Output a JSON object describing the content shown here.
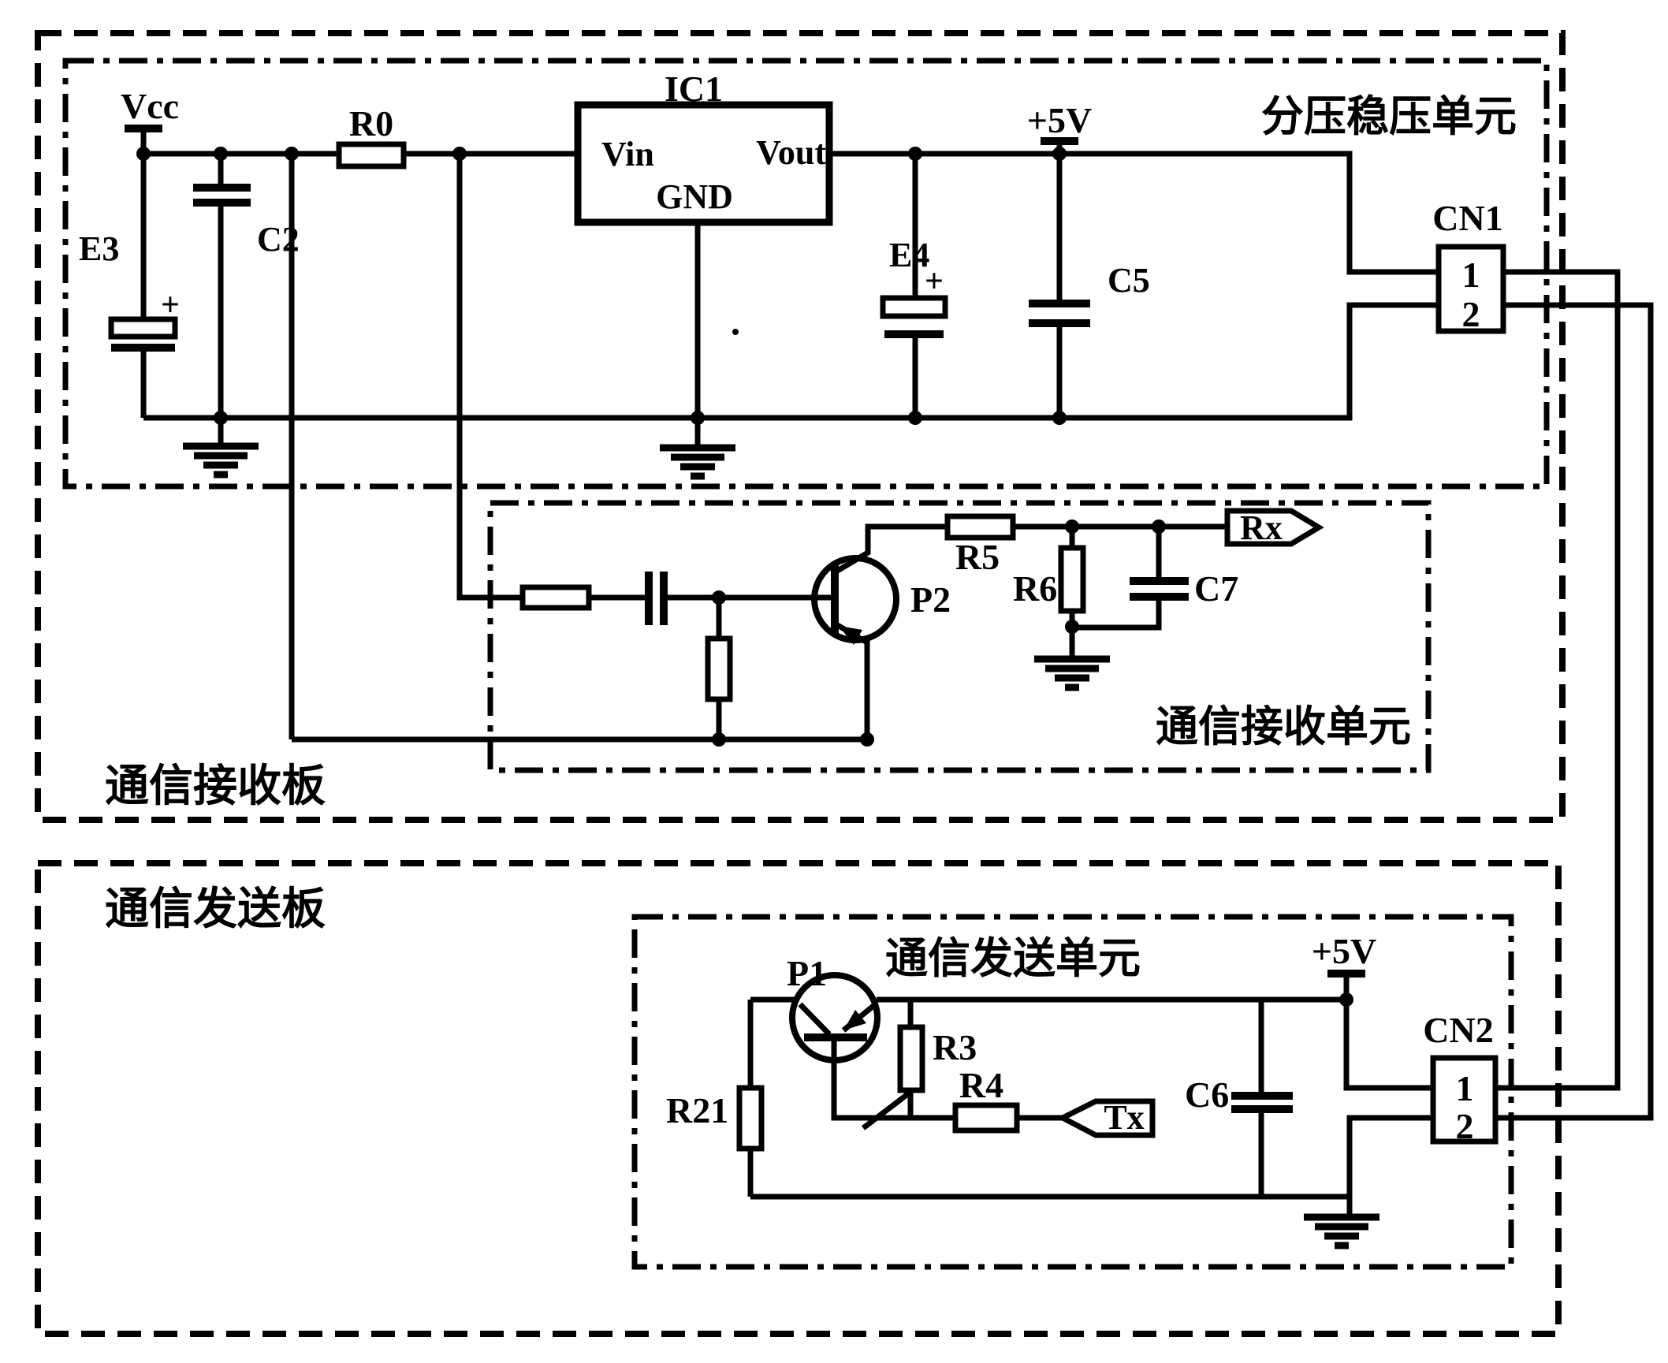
{
  "colors": {
    "ink": "#000000",
    "paper": "#ffffff"
  },
  "boards": {
    "receiver_board": {
      "label": "通信接收板",
      "regulator_unit": {
        "label": "分压稳压单元",
        "power_in": "Vcc",
        "plus": "+",
        "r0": "R0",
        "ic1": {
          "name": "IC1",
          "pin_in": "Vin",
          "pin_out": "Vout",
          "pin_gnd": "GND"
        },
        "e3": "E3",
        "c2": "C2",
        "e4": "E4",
        "c5": "C5",
        "rail_5v": "+5V",
        "cn1": {
          "name": "CN1",
          "pin1": "1",
          "pin2": "2"
        }
      },
      "receiver_unit": {
        "label": "通信接收单元",
        "p2": "P2",
        "r5": "R5",
        "r6": "R6",
        "c7": "C7",
        "rx": "Rx"
      }
    },
    "transmitter_board": {
      "label": "通信发送板",
      "transmitter_unit": {
        "label": "通信发送单元",
        "p1": "P1",
        "r21": "R21",
        "r3": "R3",
        "r4": "R4",
        "tx": "Tx",
        "c6": "C6",
        "rail_5v": "+5V",
        "cn2": {
          "name": "CN2",
          "pin1": "1",
          "pin2": "2"
        }
      }
    }
  }
}
